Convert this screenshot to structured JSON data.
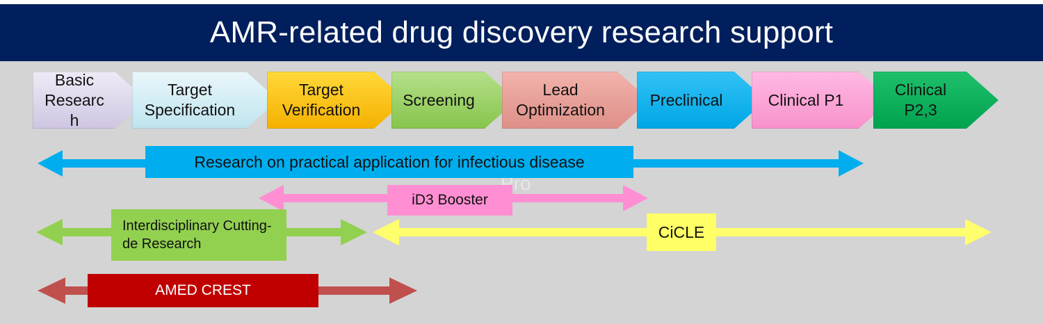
{
  "title": "AMR-related drug discovery research support",
  "ghost_text": "Pro",
  "stages": [
    {
      "label": "Basic Researc h",
      "colors": [
        "#efeaf6",
        "#cfc6e2"
      ]
    },
    {
      "label": "Target Specification",
      "colors": [
        "#eaf7fb",
        "#bfe4ee"
      ]
    },
    {
      "label": "Target Verification",
      "colors": [
        "#ffd93a",
        "#f5b000"
      ]
    },
    {
      "label": "Screening",
      "colors": [
        "#b5e08a",
        "#86c44c"
      ]
    },
    {
      "label": "Lead Optimization",
      "colors": [
        "#f2b3ac",
        "#dd8f87"
      ]
    },
    {
      "label": "Preclinical",
      "colors": [
        "#31c2f5",
        "#00a6e6"
      ]
    },
    {
      "label": "Clinical P1",
      "colors": [
        "#ffb9e2",
        "#f792cc"
      ]
    },
    {
      "label": "Clinical P2,3",
      "colors": [
        "#1fc06a",
        "#00a24f"
      ]
    }
  ],
  "programs": [
    {
      "label": "Research on practical application for infectious disease",
      "arrow_color": "#00aeef",
      "box_color": "#00aeef",
      "text_color": "#111111"
    },
    {
      "label": "iD3 Booster",
      "arrow_color": "#ff8ed2",
      "box_color": "#ff8ed2",
      "text_color": "#111111"
    },
    {
      "label": "Interdisciplinary Cutting-de Research",
      "arrow_color": "#92d050",
      "box_color": "#92d050",
      "text_color": "#111111"
    },
    {
      "label": "CiCLE",
      "arrow_color": "#ffff6e",
      "box_color": "#ffff66",
      "text_color": "#111111"
    },
    {
      "label": "AMED CREST",
      "arrow_color": "#c0504d",
      "box_color": "#c00000",
      "text_color": "#ffffff"
    }
  ]
}
